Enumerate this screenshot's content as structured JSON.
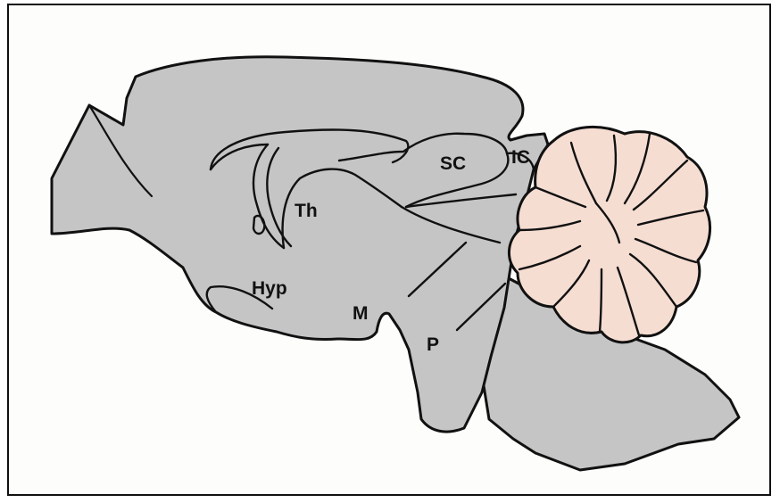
{
  "labels": {
    "sc": "SC",
    "ic": "IC",
    "th": "Th",
    "hyp": "Hyp",
    "m": "M",
    "p": "P"
  },
  "colors": {
    "brain": "#c5c5c5",
    "cerebellum": "#f6ddd2",
    "outline": "#111111",
    "background": "#fdfdfb",
    "frame": "#111111"
  }
}
